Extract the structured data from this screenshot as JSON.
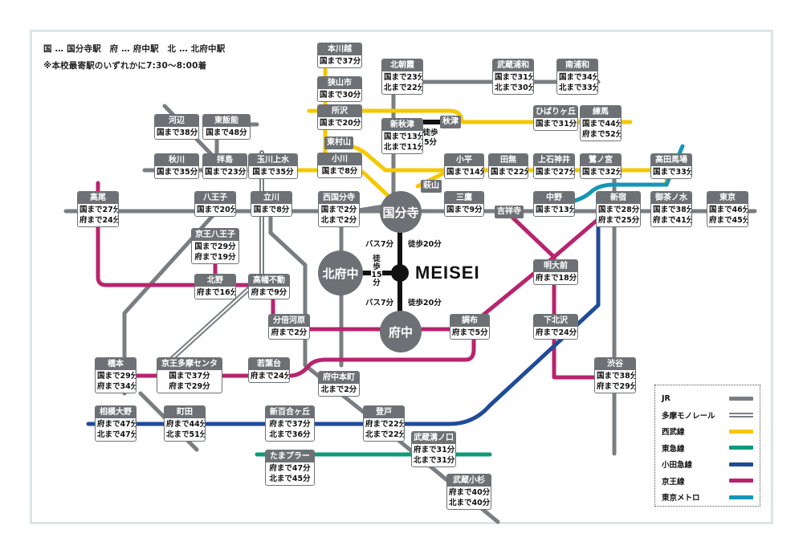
{
  "notes": {
    "abbreviations": "国 … 国分寺駅　府 … 府中駅　北 … 北府中駅",
    "arrival": "※本校最寄駅のいずれかに7:30〜8:00着"
  },
  "colors": {
    "jr": "#7a7e82",
    "seibu": "#f5c800",
    "tokyu": "#0f9a7a",
    "odakyu": "#1f4b99",
    "keio": "#b8246e",
    "metro": "#1596b8",
    "walk": "#111111",
    "station_header": "#6d7175"
  },
  "hubs": {
    "kokubunji": "国分寺",
    "fuchu": "府中",
    "kitafuchu": "北府中",
    "school": "MEISEI"
  },
  "access": {
    "kokubunji_bus": "バス7分",
    "kokubunji_walk": "徒歩20分",
    "fuchu_bus": "バス7分",
    "fuchu_walk": "徒歩20分",
    "kitafuchu_walk": "徒歩15分",
    "akitsu_walk": "徒歩5分"
  },
  "tags": {
    "higashimurayama": "東村山",
    "akitsu": "秋津",
    "haginoyama": "萩山",
    "kichijoji": "吉祥寺"
  },
  "stations": {
    "hon_kawagoe": {
      "name": "本川越",
      "times": [
        "国まで37分"
      ]
    },
    "sayamashi": {
      "name": "狭山市",
      "times": [
        "国まで30分"
      ]
    },
    "tokorozawa": {
      "name": "所沢",
      "times": [
        "国まで20分"
      ]
    },
    "ogawa": {
      "name": "小川",
      "times": [
        "国まで8分"
      ]
    },
    "kawabe": {
      "name": "河辺",
      "times": [
        "国まで38分"
      ]
    },
    "higashihanno": {
      "name": "東飯能",
      "times": [
        "国まで48分"
      ]
    },
    "akigawa": {
      "name": "秋川",
      "times": [
        "国まで35分"
      ]
    },
    "haijima": {
      "name": "拝島",
      "times": [
        "国まで23分"
      ]
    },
    "tamagawajosui": {
      "name": "玉川上水",
      "times": [
        "国まで35分"
      ]
    },
    "kitaasaka": {
      "name": "北朝霞",
      "times": [
        "国まで23分",
        "北まで22分"
      ]
    },
    "musashiurawa": {
      "name": "武蔵浦和",
      "times": [
        "国まで31分",
        "北まで30分"
      ]
    },
    "minamiurawa": {
      "name": "南浦和",
      "times": [
        "国まで34分",
        "北まで33分"
      ]
    },
    "shinakitsu": {
      "name": "新秋津",
      "times": [
        "国まで13分",
        "北まで11分"
      ]
    },
    "hibarigaoka": {
      "name": "ひばりヶ丘",
      "times": [
        "国まで31分"
      ]
    },
    "nerima": {
      "name": "練馬",
      "times": [
        "国まで44分",
        "府まで52分"
      ]
    },
    "kodaira": {
      "name": "小平",
      "times": [
        "国まで14分"
      ]
    },
    "tanashi": {
      "name": "田無",
      "times": [
        "国まで22分"
      ]
    },
    "kamishakujii": {
      "name": "上石神井",
      "times": [
        "国まで27分"
      ]
    },
    "saginomiya": {
      "name": "鷺ノ宮",
      "times": [
        "国まで32分"
      ]
    },
    "takadanobaba": {
      "name": "高田馬場",
      "times": [
        "国まで33分"
      ]
    },
    "takao": {
      "name": "高尾",
      "times": [
        "国まで27分",
        "府まで24分"
      ]
    },
    "hachioji": {
      "name": "八王子",
      "times": [
        "国まで20分"
      ]
    },
    "tachikawa": {
      "name": "立川",
      "times": [
        "国まで8分"
      ]
    },
    "nishikokubunji": {
      "name": "西国分寺",
      "times": [
        "国まで2分",
        "北まで2分"
      ]
    },
    "mitaka": {
      "name": "三鷹",
      "times": [
        "国まで9分"
      ]
    },
    "nakano": {
      "name": "中野",
      "times": [
        "国まで13分"
      ]
    },
    "shinjuku": {
      "name": "新宿",
      "times": [
        "国まで28分",
        "府まで25分"
      ]
    },
    "ochanomizu": {
      "name": "御茶ノ水",
      "times": [
        "国まで38分",
        "府まで41分"
      ]
    },
    "tokyo": {
      "name": "東京",
      "times": [
        "国まで46分",
        "府まで45分"
      ]
    },
    "keiohachioji": {
      "name": "京王八王子",
      "times": [
        "国まで29分",
        "府まで19分"
      ]
    },
    "kitano": {
      "name": "北野",
      "times": [
        "府まで16分"
      ]
    },
    "takahatafudo": {
      "name": "高幡不動",
      "times": [
        "府まで9分"
      ]
    },
    "meidaimae": {
      "name": "明大前",
      "times": [
        "府まで18分"
      ]
    },
    "bubaigawara": {
      "name": "分倍河原",
      "times": [
        "府まで2分"
      ]
    },
    "chofu": {
      "name": "調布",
      "times": [
        "府まで5分"
      ]
    },
    "shimokitazawa": {
      "name": "下北沢",
      "times": [
        "府まで24分"
      ]
    },
    "hashimoto": {
      "name": "橋本",
      "times": [
        "国まで29分",
        "府まで34分"
      ]
    },
    "keiotamacenter": {
      "name": "京王多摩センタ",
      "times": [
        "国まで37分",
        "府まで29分"
      ]
    },
    "wakabadai": {
      "name": "若葉台",
      "times": [
        "府まで24分"
      ]
    },
    "fuchuhonmachi": {
      "name": "府中本町",
      "times": [
        "北まで2分"
      ]
    },
    "shibuya": {
      "name": "渋谷",
      "times": [
        "国まで38分",
        "府まで29分"
      ]
    },
    "sagamiono": {
      "name": "相模大野",
      "times": [
        "府まで47分",
        "北まで47分"
      ]
    },
    "machida": {
      "name": "町田",
      "times": [
        "府まで44分",
        "北まで51分"
      ]
    },
    "shinyurigaoka": {
      "name": "新百合ヶ丘",
      "times": [
        "府まで37分",
        "北まで36分"
      ]
    },
    "noborito": {
      "name": "登戸",
      "times": [
        "府まで22分",
        "北まで22分"
      ]
    },
    "musashimizonokuchi": {
      "name": "武蔵溝ノ口",
      "times": [
        "府まで31分",
        "北まで31分"
      ]
    },
    "tamaplaza": {
      "name": "たまプラー",
      "times": [
        "府まで47分",
        "北まで45分"
      ]
    },
    "musashikosugi": {
      "name": "武蔵小杉",
      "times": [
        "府まで40分",
        "北まで40分"
      ]
    }
  },
  "legend": [
    {
      "label": "JR",
      "color": "#7a7e82",
      "style": "solid"
    },
    {
      "label": "多摩モノレール",
      "color": "#7a7e82",
      "style": "double"
    },
    {
      "label": "西武線",
      "color": "#f5c800",
      "style": "solid"
    },
    {
      "label": "東急線",
      "color": "#0f9a7a",
      "style": "solid"
    },
    {
      "label": "小田急線",
      "color": "#1f4b99",
      "style": "solid"
    },
    {
      "label": "京王線",
      "color": "#b8246e",
      "style": "solid"
    },
    {
      "label": "東京メトロ",
      "color": "#1596b8",
      "style": "solid"
    }
  ]
}
